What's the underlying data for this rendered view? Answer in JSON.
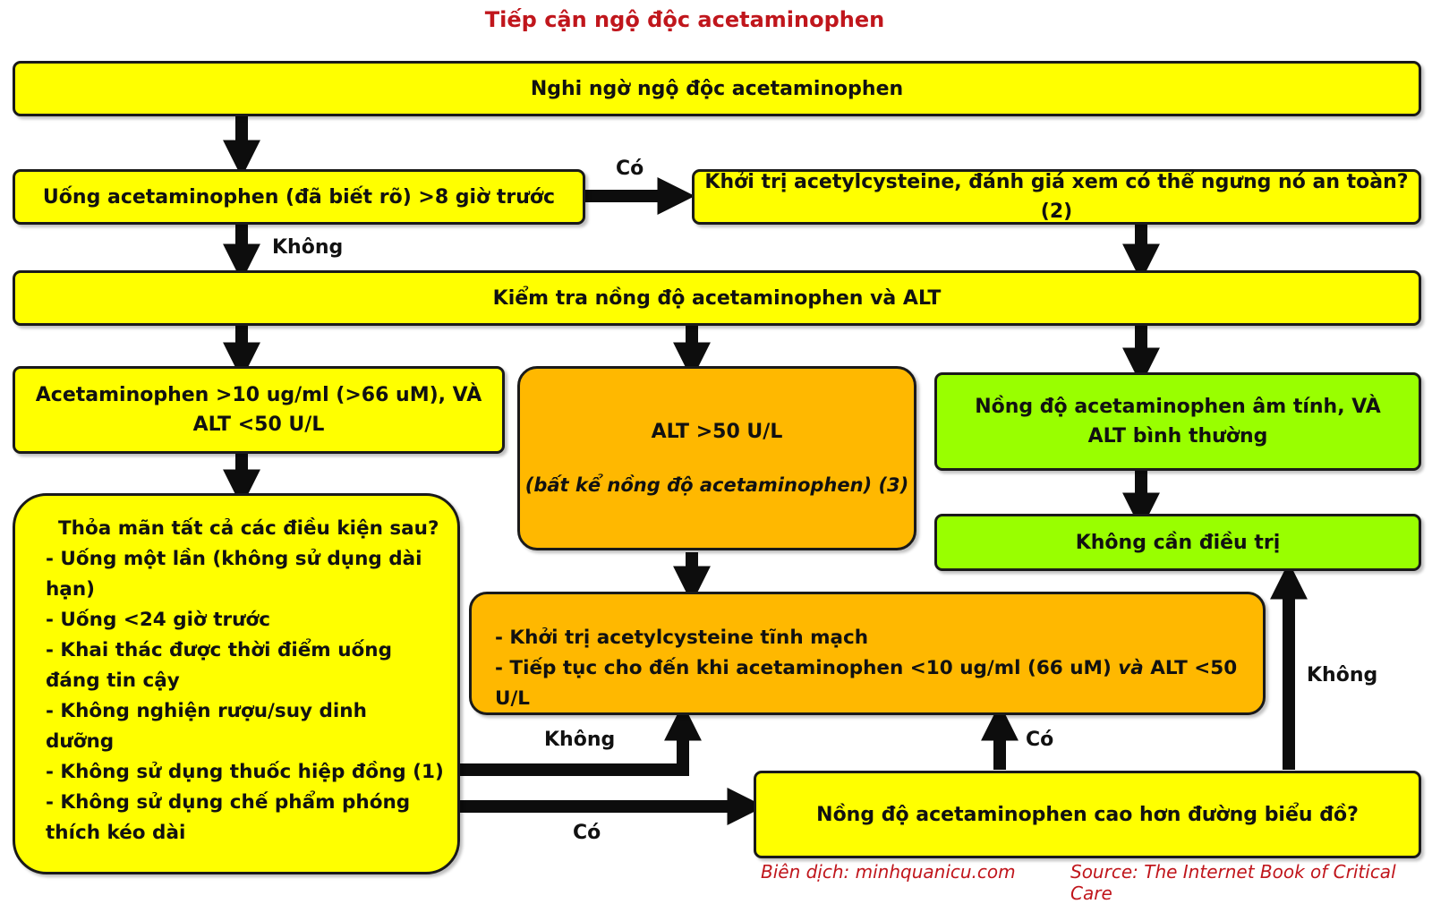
{
  "title": "Tiếp cận ngộ độc acetaminophen",
  "boxes": {
    "suspect": "Nghi ngờ ngộ độc acetaminophen",
    "ingested": "Uống acetaminophen (đã biết rõ) >8 giờ trước",
    "start_nac": "Khởi trị acetylcysteine, đánh giá xem có thể ngưng nó an toàn? (2)",
    "check_levels": "Kiểm tra nồng độ acetaminophen và ALT",
    "acet_high_line1": "Acetaminophen >10 ug/ml (>66 uM), VÀ",
    "acet_high_line2": "ALT <50 U/L",
    "alt_high_line1": "ALT >50 U/L",
    "alt_high_line2": "(bất kể nồng độ acetaminophen) (3)",
    "negative_line1": "Nồng độ acetaminophen âm tính, VÀ",
    "negative_line2": "ALT bình thường",
    "no_treatment": "Không cần điều trị",
    "criteria": {
      "heading": "Thỏa mãn tất cả các điều kiện sau?",
      "items": [
        "- Uống một lần (không sử dụng dài",
        "hạn)",
        "- Uống <24 giờ trước",
        "- Khai thác được thời điểm uống",
        "đáng tin cậy",
        "- Không nghiện rượu/suy dinh",
        "dưỡng",
        "- Không sử dụng thuốc hiệp đồng (1)",
        "- Không sử dụng chế phẩm phóng",
        "thích kéo dài"
      ]
    },
    "iv_nac_line1": "- Khởi trị acetylcysteine tĩnh mạch",
    "iv_nac_line2_a": "- Tiếp tục cho đến khi acetaminophen <10 ug/ml (66 uM) ",
    "iv_nac_line2_b": "và",
    "iv_nac_line2_c": " ALT <50 U/L",
    "nomogram": "Nồng độ acetaminophen cao hơn đường biểu đồ?"
  },
  "labels": {
    "yes_top": "Có",
    "no_left": "Không",
    "no_criteria": "Không",
    "yes_criteria": "Có",
    "yes_nomogram": "Có",
    "no_nomogram": "Không"
  },
  "footer": {
    "translation": "Biên dịch: minhquanicu.com",
    "source": "Source: The Internet Book of Critical Care"
  },
  "colors": {
    "yellow": "#ffff00",
    "orange": "#ffb800",
    "green": "#99ff00",
    "title_red": "#c0161c"
  }
}
